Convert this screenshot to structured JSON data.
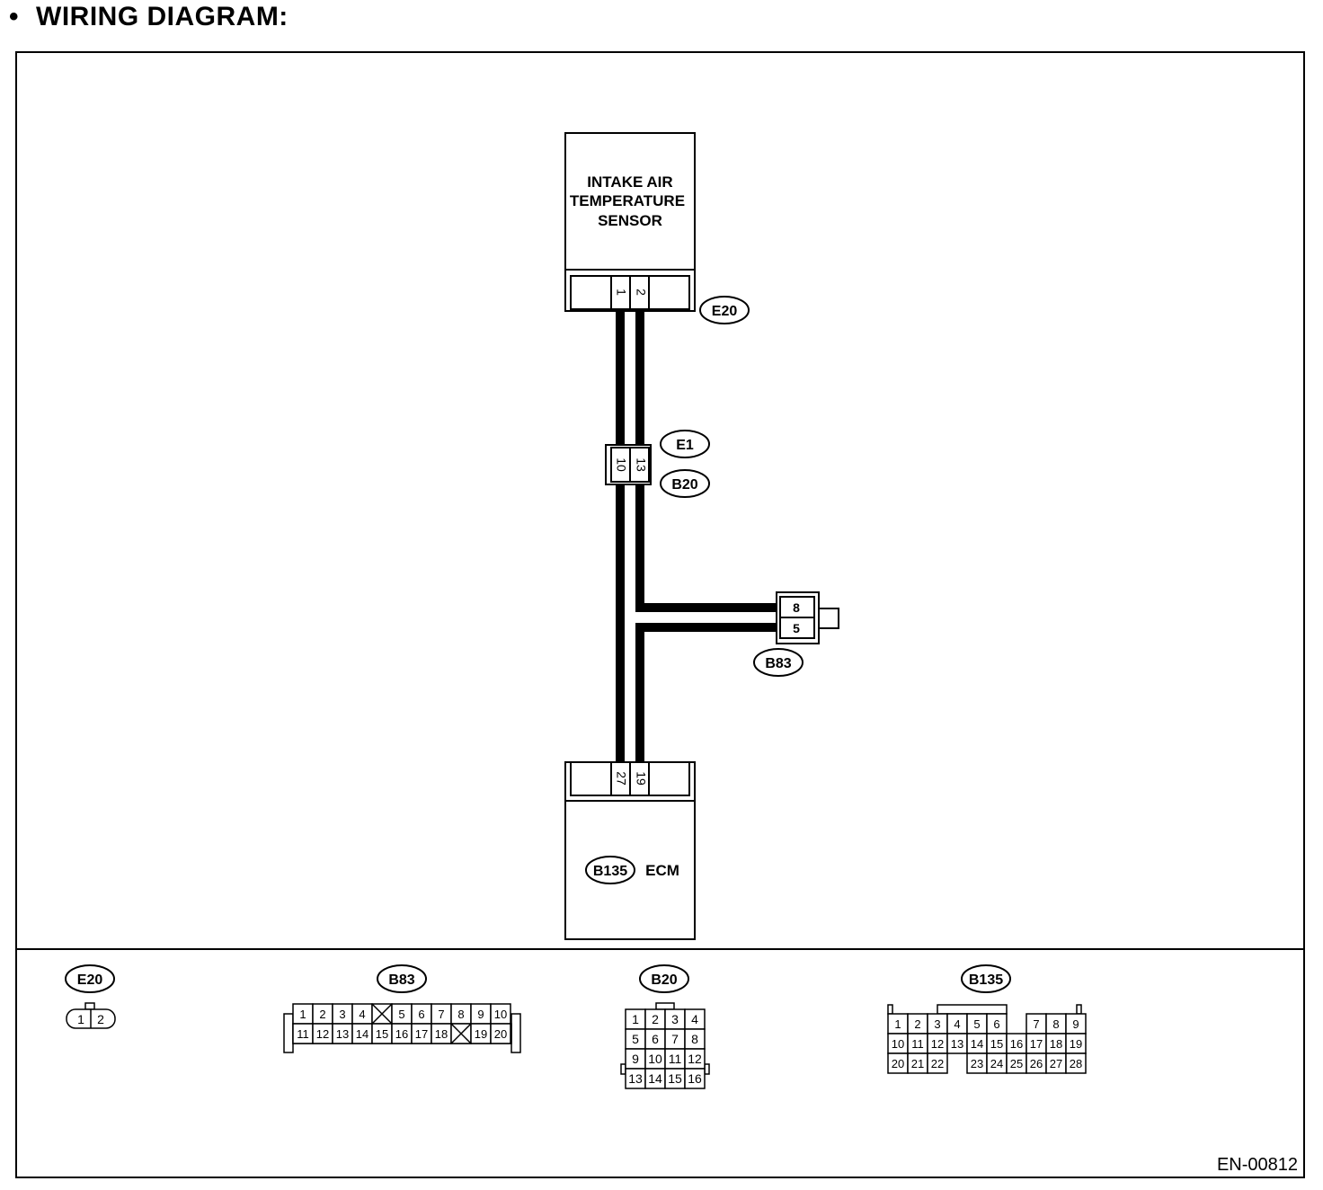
{
  "heading": {
    "bullet": "•",
    "title": "WIRING DIAGRAM:"
  },
  "sensor": {
    "label_lines": [
      "INTAKE AIR",
      "TEMPERATURE",
      "SENSOR"
    ],
    "connector": "E20",
    "pins": [
      "1",
      "2"
    ]
  },
  "joint": {
    "connector_top": "E1",
    "connector_bottom": "B20",
    "pins": [
      "10",
      "13"
    ]
  },
  "b83": {
    "connector": "B83",
    "pins": [
      "8",
      "5"
    ]
  },
  "ecm": {
    "label": "ECM",
    "connector": "B135",
    "pins": [
      "27",
      "19"
    ]
  },
  "connector_views": {
    "e20": {
      "name": "E20",
      "pins": [
        "1",
        "2"
      ]
    },
    "b83": {
      "name": "B83",
      "row1": [
        "1",
        "2",
        "3",
        "4",
        "",
        "5",
        "6",
        "7",
        "8",
        "9",
        "10"
      ],
      "row2": [
        "11",
        "12",
        "13",
        "14",
        "15",
        "16",
        "17",
        "18",
        "",
        "19",
        "20"
      ]
    },
    "b20": {
      "name": "B20",
      "rows": [
        [
          "1",
          "2",
          "3",
          "4"
        ],
        [
          "5",
          "6",
          "7",
          "8"
        ],
        [
          "9",
          "10",
          "11",
          "12"
        ],
        [
          "13",
          "14",
          "15",
          "16"
        ]
      ]
    },
    "b135": {
      "name": "B135",
      "row1": [
        "1",
        "2",
        "3",
        "4",
        "5",
        "6",
        "",
        "7",
        "8",
        "9"
      ],
      "row2": [
        "10",
        "11",
        "12",
        "13",
        "14",
        "15",
        "16",
        "17",
        "18",
        "19"
      ],
      "row3": [
        "20",
        "21",
        "22",
        "",
        "23",
        "24",
        "25",
        "26",
        "27",
        "28"
      ]
    }
  },
  "figure_code": "EN-00812"
}
